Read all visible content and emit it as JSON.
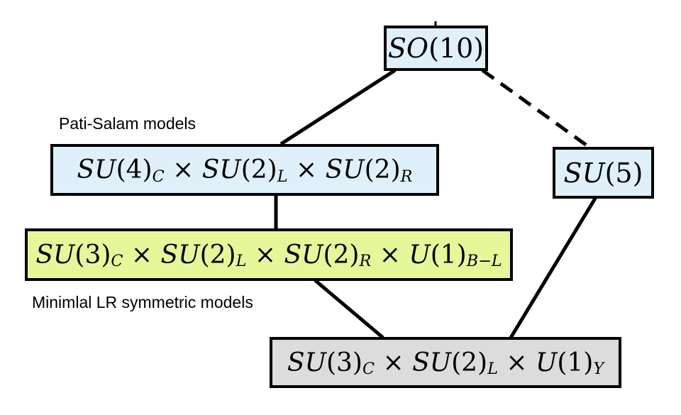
{
  "nodes": {
    "so10": {
      "text": "SO(10)",
      "fill": "#dff0fb"
    },
    "pati_salam": {
      "text": "SU(4)C × SU(2)L × SU(2)R",
      "fill": "#dff0fb"
    },
    "su5": {
      "text": "SU(5)",
      "fill": "#dff0fb"
    },
    "lr": {
      "text": "SU(3)C × SU(2)L × SU(2)R × U(1)B−L",
      "fill": "#e6f79a"
    },
    "sm": {
      "text": "SU(3)C × SU(2)L × U(1)Y",
      "fill": "#dcdcdc"
    }
  },
  "labels": {
    "pati_salam": "Pati-Salam models",
    "lr": "Minimlal LR symmetric models"
  },
  "edges": [
    {
      "from": "so10",
      "to": "pati_salam",
      "style": "solid"
    },
    {
      "from": "so10",
      "to": "su5",
      "style": "dashed"
    },
    {
      "from": "pati_salam",
      "to": "lr",
      "style": "solid"
    },
    {
      "from": "lr",
      "to": "sm",
      "style": "solid"
    },
    {
      "from": "su5",
      "to": "sm",
      "style": "solid"
    }
  ]
}
